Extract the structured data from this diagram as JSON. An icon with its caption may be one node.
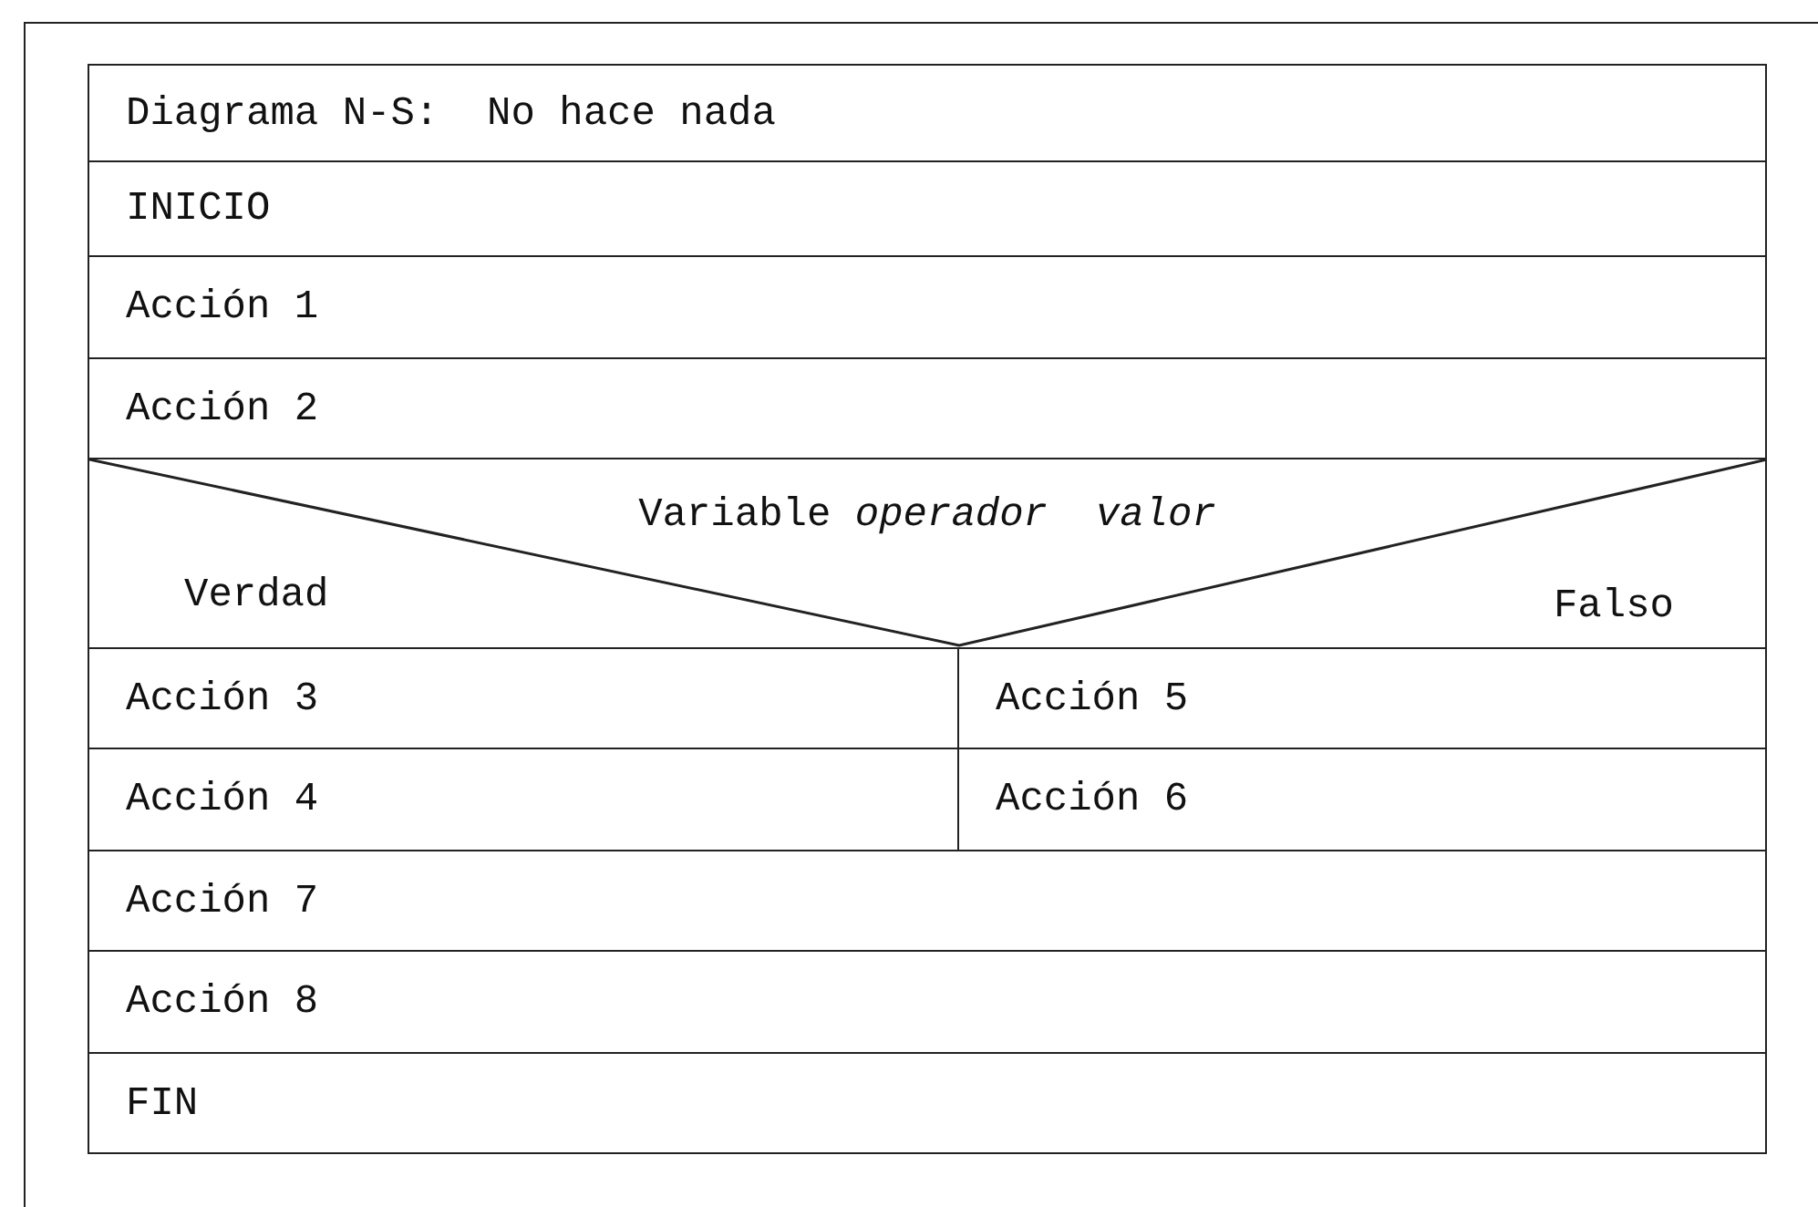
{
  "diagram": {
    "nodes": [
      {
        "text": [
          "Diagrama N-S:  No hace nada"
        ]
      },
      {
        "text": [
          "INICIO"
        ]
      },
      {
        "text": [
          "Acción 1"
        ]
      },
      {
        "text": [
          "Acción 2"
        ]
      },
      {
        "text": [
          "Variable *operador  valor*",
          "Verdad",
          "Falso"
        ]
      },
      {
        "text": [
          "Acción 3"
        ]
      },
      {
        "text": [
          "Acción 5"
        ]
      },
      {
        "text": [
          "Acción 4"
        ]
      },
      {
        "text": [
          "Acción 6"
        ]
      },
      {
        "text": [
          "Acción 7"
        ]
      },
      {
        "text": [
          "Acción 8"
        ]
      },
      {
        "text": [
          "FIN"
        ]
      }
    ]
  }
}
